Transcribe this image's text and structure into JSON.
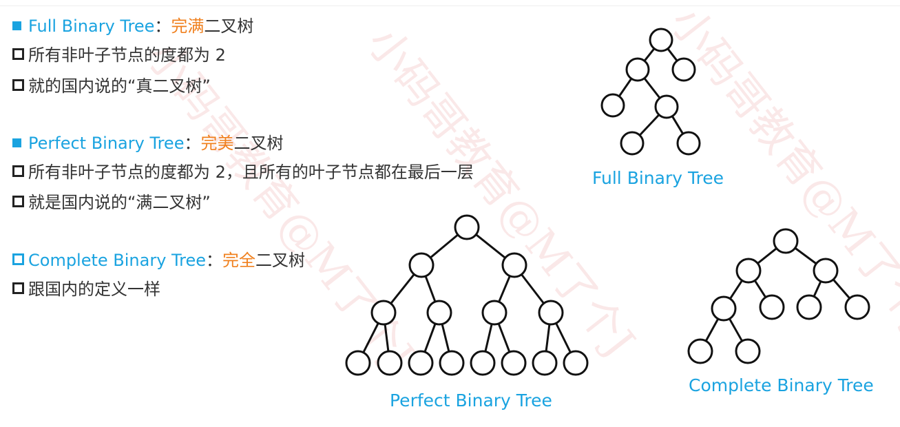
{
  "sections": [
    {
      "title": "Full Binary Tree",
      "sep": "：",
      "cn_highlight": "完满",
      "cn_rest": "二叉树",
      "bullets": [
        "所有非叶子节点的度都为 2",
        "就的国内说的“真二叉树”"
      ]
    },
    {
      "title": "Perfect Binary Tree",
      "sep": "：",
      "cn_highlight": "完美",
      "cn_rest": "二叉树",
      "bullets": [
        "所有非叶子节点的度都为 2，且所有的叶子节点都在最后一层",
        "就是国内说的“满二叉树”"
      ]
    },
    {
      "title": "Complete Binary Tree",
      "sep": "：",
      "cn_highlight": "完全",
      "cn_rest": "二叉树",
      "bullets": [
        "跟国内的定义一样"
      ]
    }
  ],
  "captions": {
    "full": "Full Binary Tree",
    "perfect": "Perfect Binary Tree",
    "complete": "Complete Binary Tree"
  },
  "watermark": "小码哥教育@M了个J",
  "colors": {
    "accent": "#1aa3e0",
    "highlight": "#f0801e",
    "text": "#333333"
  }
}
